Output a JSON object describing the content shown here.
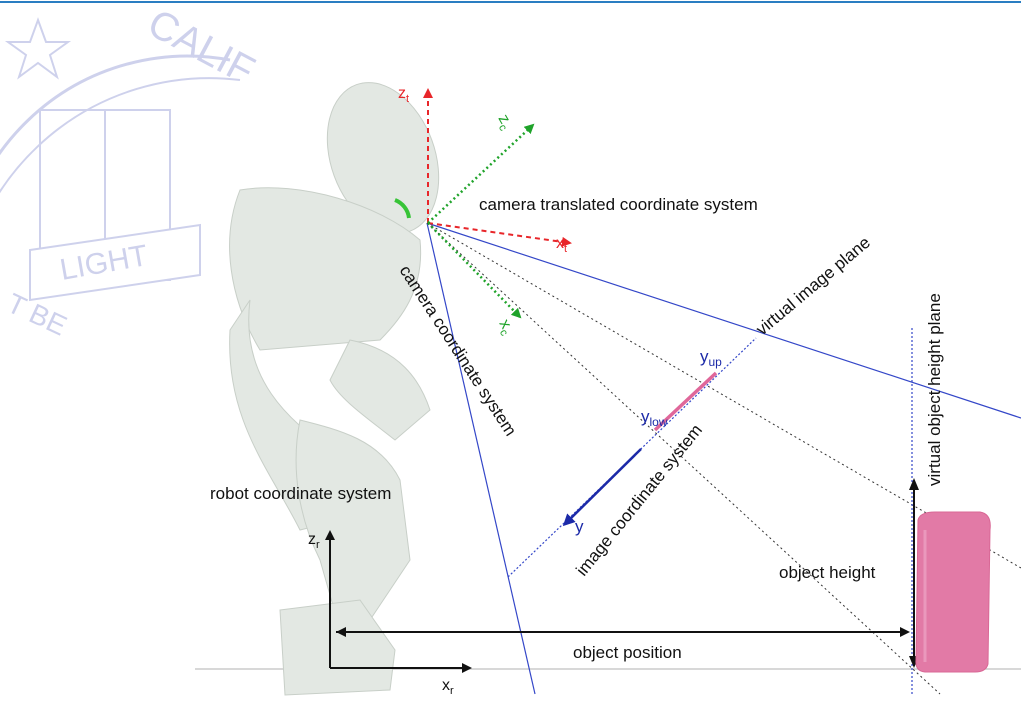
{
  "labels": {
    "z_t": "z",
    "z_t_sub": "t",
    "z_c": "z",
    "z_c_sub": "c",
    "x_t": "x",
    "x_t_sub": "t",
    "x_c": "x",
    "x_c_sub": "c",
    "camera_translated": "camera translated coordinate system",
    "camera_coord": "camera coordinate system",
    "virtual_image_plane": "virtual image plane",
    "virtual_object_height_plane": "virtual object height plane",
    "y_up": "y",
    "y_up_sub": "up",
    "y_low": "y",
    "y_low_sub": "low",
    "image_coord": "image coordinate system",
    "y": "y",
    "robot_coord": "robot coordinate system",
    "z_r": "z",
    "z_r_sub": "r",
    "x_r": "x",
    "x_r_sub": "r",
    "object_height": "object height",
    "object_position": "object position"
  },
  "watermark": {
    "text_top": "CALIF",
    "text_ribbon": "LIGHT",
    "text_bottom": "T BE"
  },
  "colors": {
    "red_axis": "#e8262a",
    "green_axis": "#1fa32a",
    "blue_line": "#3447c8",
    "dark_blue": "#1c2aa8",
    "pink": "#e0679a",
    "black": "#111111",
    "ground": "#cccccc",
    "watermark": "#c9cdea",
    "robot": "#dfe4df"
  }
}
